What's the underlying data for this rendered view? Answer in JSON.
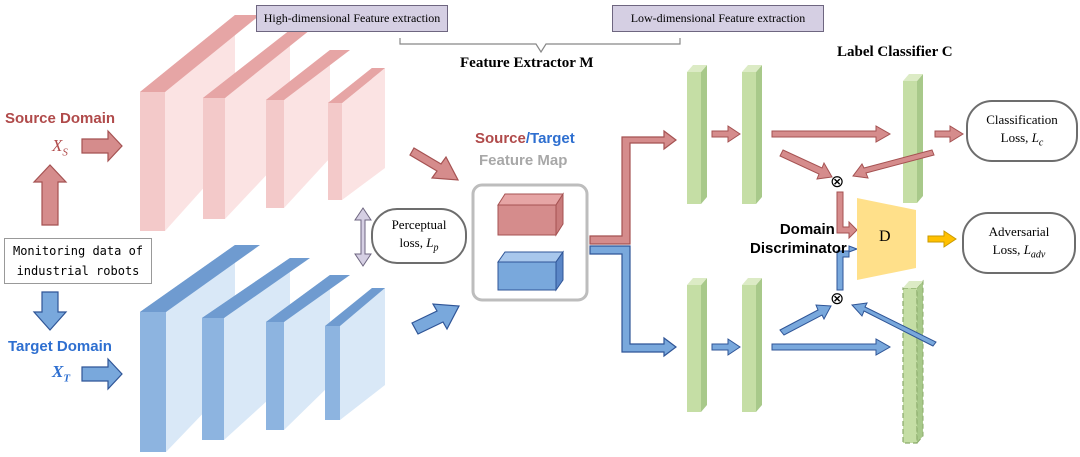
{
  "top_tags": {
    "high": "High-dimensional  Feature extraction",
    "low": "Low-dimensional Feature extraction"
  },
  "feature_extractor": "Feature Extractor M",
  "label_classifier": "Label Classifier C",
  "source_domain": {
    "title": "Source Domain",
    "symbol": "X",
    "subscript": "S"
  },
  "target_domain": {
    "title": "Target Domain",
    "symbol": "X",
    "subscript": "T"
  },
  "monitoring": {
    "line1": "Monitoring data of",
    "line2": "industrial robots"
  },
  "perceptual": {
    "line1": "Perceptual",
    "line2_text": "loss,",
    "symbol": "L",
    "subscript": "p"
  },
  "feature_map": {
    "source": "Source",
    "slash": "/",
    "target": "Target",
    "line2": "Feature Map"
  },
  "domain_discriminator": {
    "line1": "Domain",
    "line2": "Discriminator"
  },
  "discriminator_block": "D",
  "classification_loss": {
    "line1": "Classification",
    "line2_text": "Loss,",
    "symbol": "L",
    "subscript": "c"
  },
  "adversarial_loss": {
    "line1": "Adversarial",
    "line2_text": "Loss,",
    "symbol": "L",
    "subscript": "adv"
  },
  "fusion_symbol": "⊗",
  "colors": {
    "source_front": "#f3c9c9",
    "source_side": "#e6a5a5",
    "source_face": "#fbe3e3",
    "target_front": "#8db4e0",
    "target_side": "#6f9bd0",
    "target_face": "#d9e8f7",
    "source_arrow": "#d58c8c",
    "source_arrow_stroke": "#a55252",
    "target_arrow": "#79a8dc",
    "target_arrow_stroke": "#2f5597",
    "green_layer": "#c5dea5",
    "discriminator": "#ffe08a",
    "orange_arrow": "#ffc000",
    "source_text": "#b04a4a",
    "target_text": "#2e6fd0",
    "tag_fill": "#d5cfe3"
  }
}
